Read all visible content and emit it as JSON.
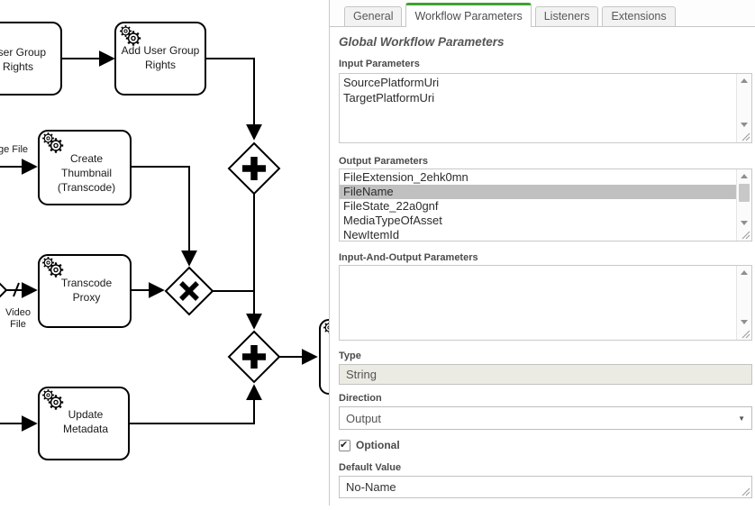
{
  "diagram": {
    "tasks": {
      "user_group_rights": {
        "line1": "User Group",
        "line2": "Rights"
      },
      "add_user_group_rights": {
        "line1": "Add User Group",
        "line2": "Rights"
      },
      "create_thumbnail": {
        "line1": "Create",
        "line2": "Thumbnail",
        "line3": "(Transcode)"
      },
      "transcode_proxy": {
        "line1": "Transcode",
        "line2": "Proxy"
      },
      "update_metadata": {
        "line1": "Update",
        "line2": "Metadata"
      }
    },
    "edge_labels": {
      "image_file": "ge File",
      "video_file_line1": "Video",
      "video_file_line2": "File"
    }
  },
  "panel": {
    "tabs": {
      "general": "General",
      "workflow_parameters": "Workflow Parameters",
      "listeners": "Listeners",
      "extensions": "Extensions"
    },
    "active_tab": "Workflow Parameters",
    "heading": "Global Workflow Parameters",
    "input_parameters": {
      "label": "Input Parameters",
      "items": [
        "SourcePlatformUri",
        "TargetPlatformUri"
      ]
    },
    "output_parameters": {
      "label": "Output Parameters",
      "items": [
        "FileExtension_2ehk0mn",
        "FileName",
        "FileState_22a0gnf",
        "MediaTypeOfAsset",
        "NewItemId"
      ],
      "selected_item": "FileName"
    },
    "input_and_output_parameters": {
      "label": "Input-And-Output Parameters",
      "items": []
    },
    "type_field": {
      "label": "Type",
      "value": "String",
      "disabled": true
    },
    "direction_field": {
      "label": "Direction",
      "value": "Output"
    },
    "optional_field": {
      "label": "Optional",
      "checked": true
    },
    "default_value_field": {
      "label": "Default Value",
      "value": "No-Name"
    }
  },
  "colors": {
    "tab_accent_green": "#3fa32d",
    "selected_row_gray": "#c0c0c0",
    "disabled_input_bg": "#ebebe4"
  }
}
